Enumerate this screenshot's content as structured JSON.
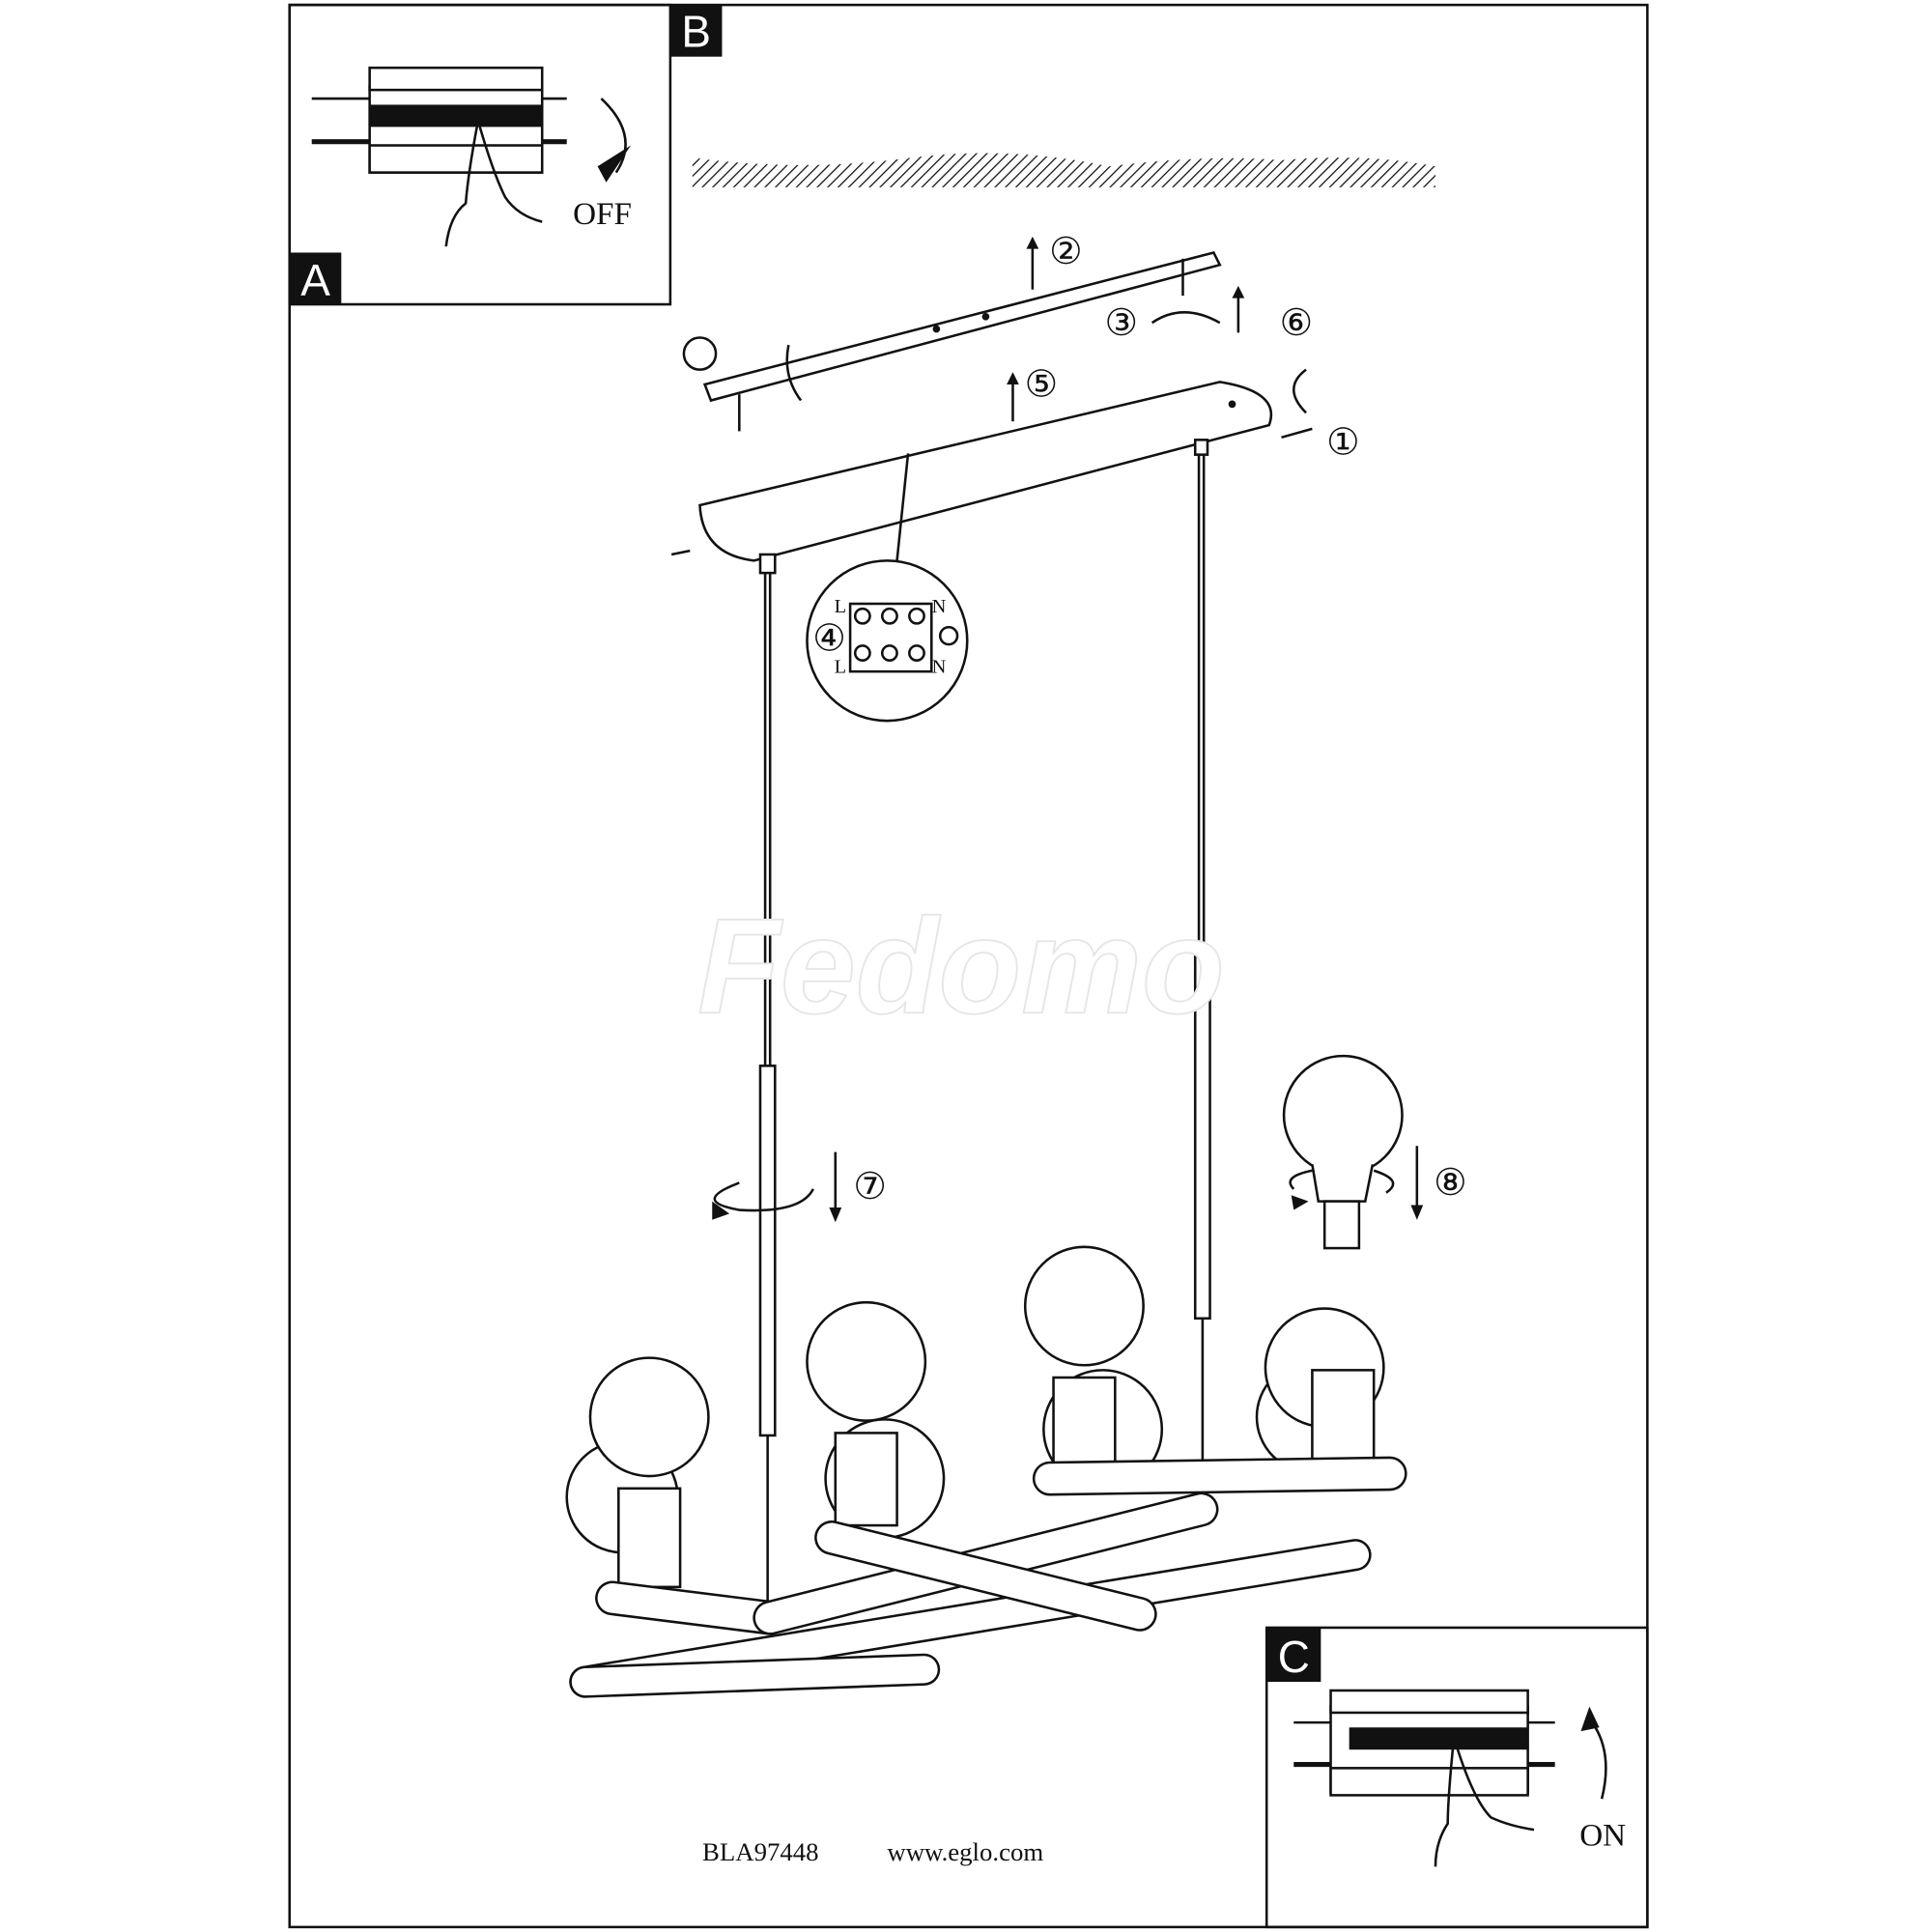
{
  "panels": {
    "a": {
      "label": "A"
    },
    "b": {
      "label": "B",
      "switch_state": "OFF"
    },
    "c": {
      "label": "C",
      "switch_state": "ON"
    }
  },
  "steps": [
    "①",
    "②",
    "③",
    "④",
    "⑤",
    "⑥",
    "⑦",
    "⑧"
  ],
  "wiring": {
    "live": "L",
    "neutral": "N"
  },
  "watermark": "Fedomo",
  "footer": {
    "model": "BLA97448",
    "website": "www.eglo.com"
  },
  "colors": {
    "line": "#111111",
    "background": "#ffffff"
  }
}
